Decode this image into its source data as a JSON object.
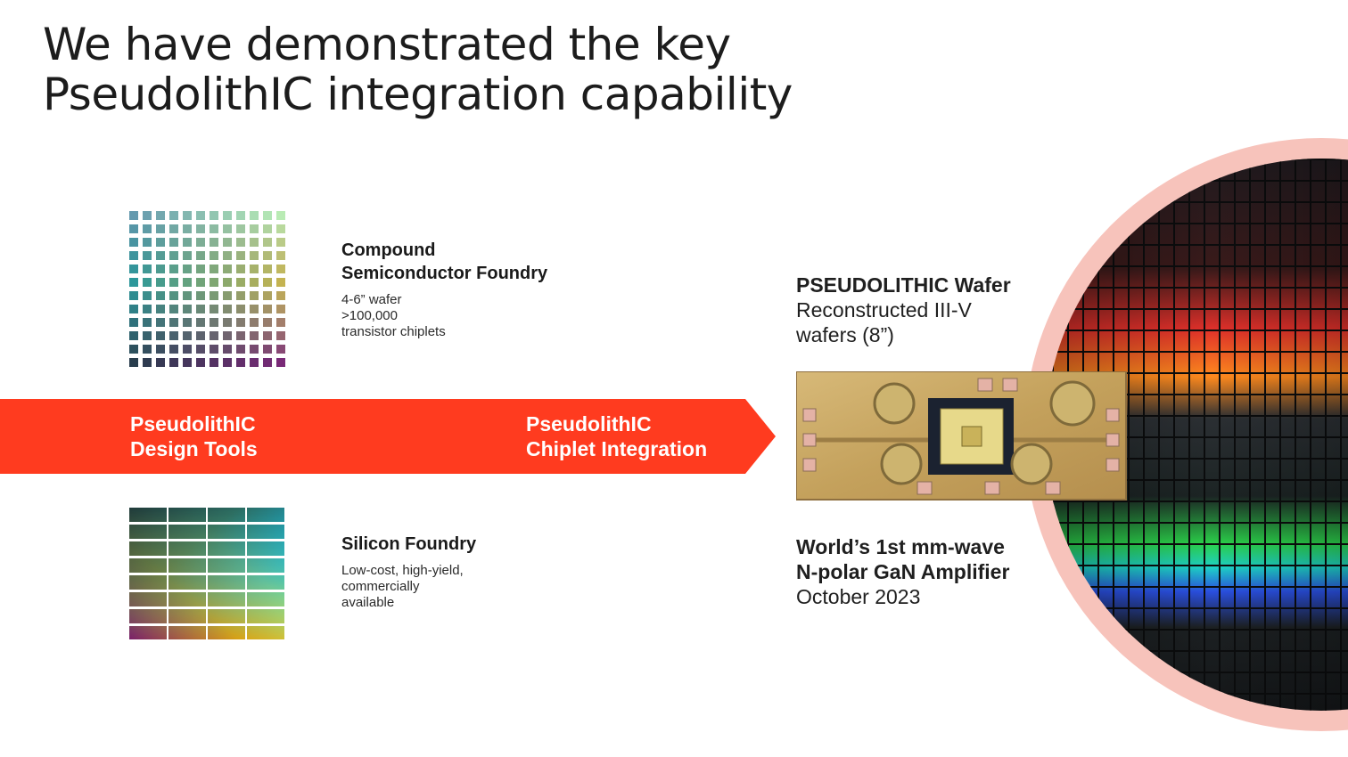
{
  "title": {
    "line1": "We have demonstrated the key",
    "line2": "PseudolithIC integration capability"
  },
  "compound_foundry": {
    "heading_line1": "Compound",
    "heading_line2": "Semiconductor Foundry",
    "detail_line1": "4-6” wafer",
    "detail_line2": ">100,000",
    "detail_line3": "transistor chiplets"
  },
  "silicon_foundry": {
    "heading": "Silicon Foundry",
    "detail_line1": "Low-cost, high-yield,",
    "detail_line2": "commercially",
    "detail_line3": "available"
  },
  "arrow": {
    "color": "#ff3b1f",
    "label_left_line1": "PseudolithIC",
    "label_left_line2": "Design Tools",
    "label_right_line1": "PseudolithIC",
    "label_right_line2": "Chiplet Integration"
  },
  "wafer_info": {
    "heading": "PSEUDOLITHIC Wafer",
    "detail_line1": "Reconstructed III-V",
    "detail_line2": "wafers (8”)"
  },
  "amplifier_info": {
    "heading_line1": "World’s 1st mm-wave",
    "heading_line2": "N-polar GaN Amplifier",
    "date": "October 2023"
  },
  "colors": {
    "accent_red": "#ff3b1f",
    "wafer_ring": "#f7c3bb",
    "chip_gold": "#c9a866"
  }
}
